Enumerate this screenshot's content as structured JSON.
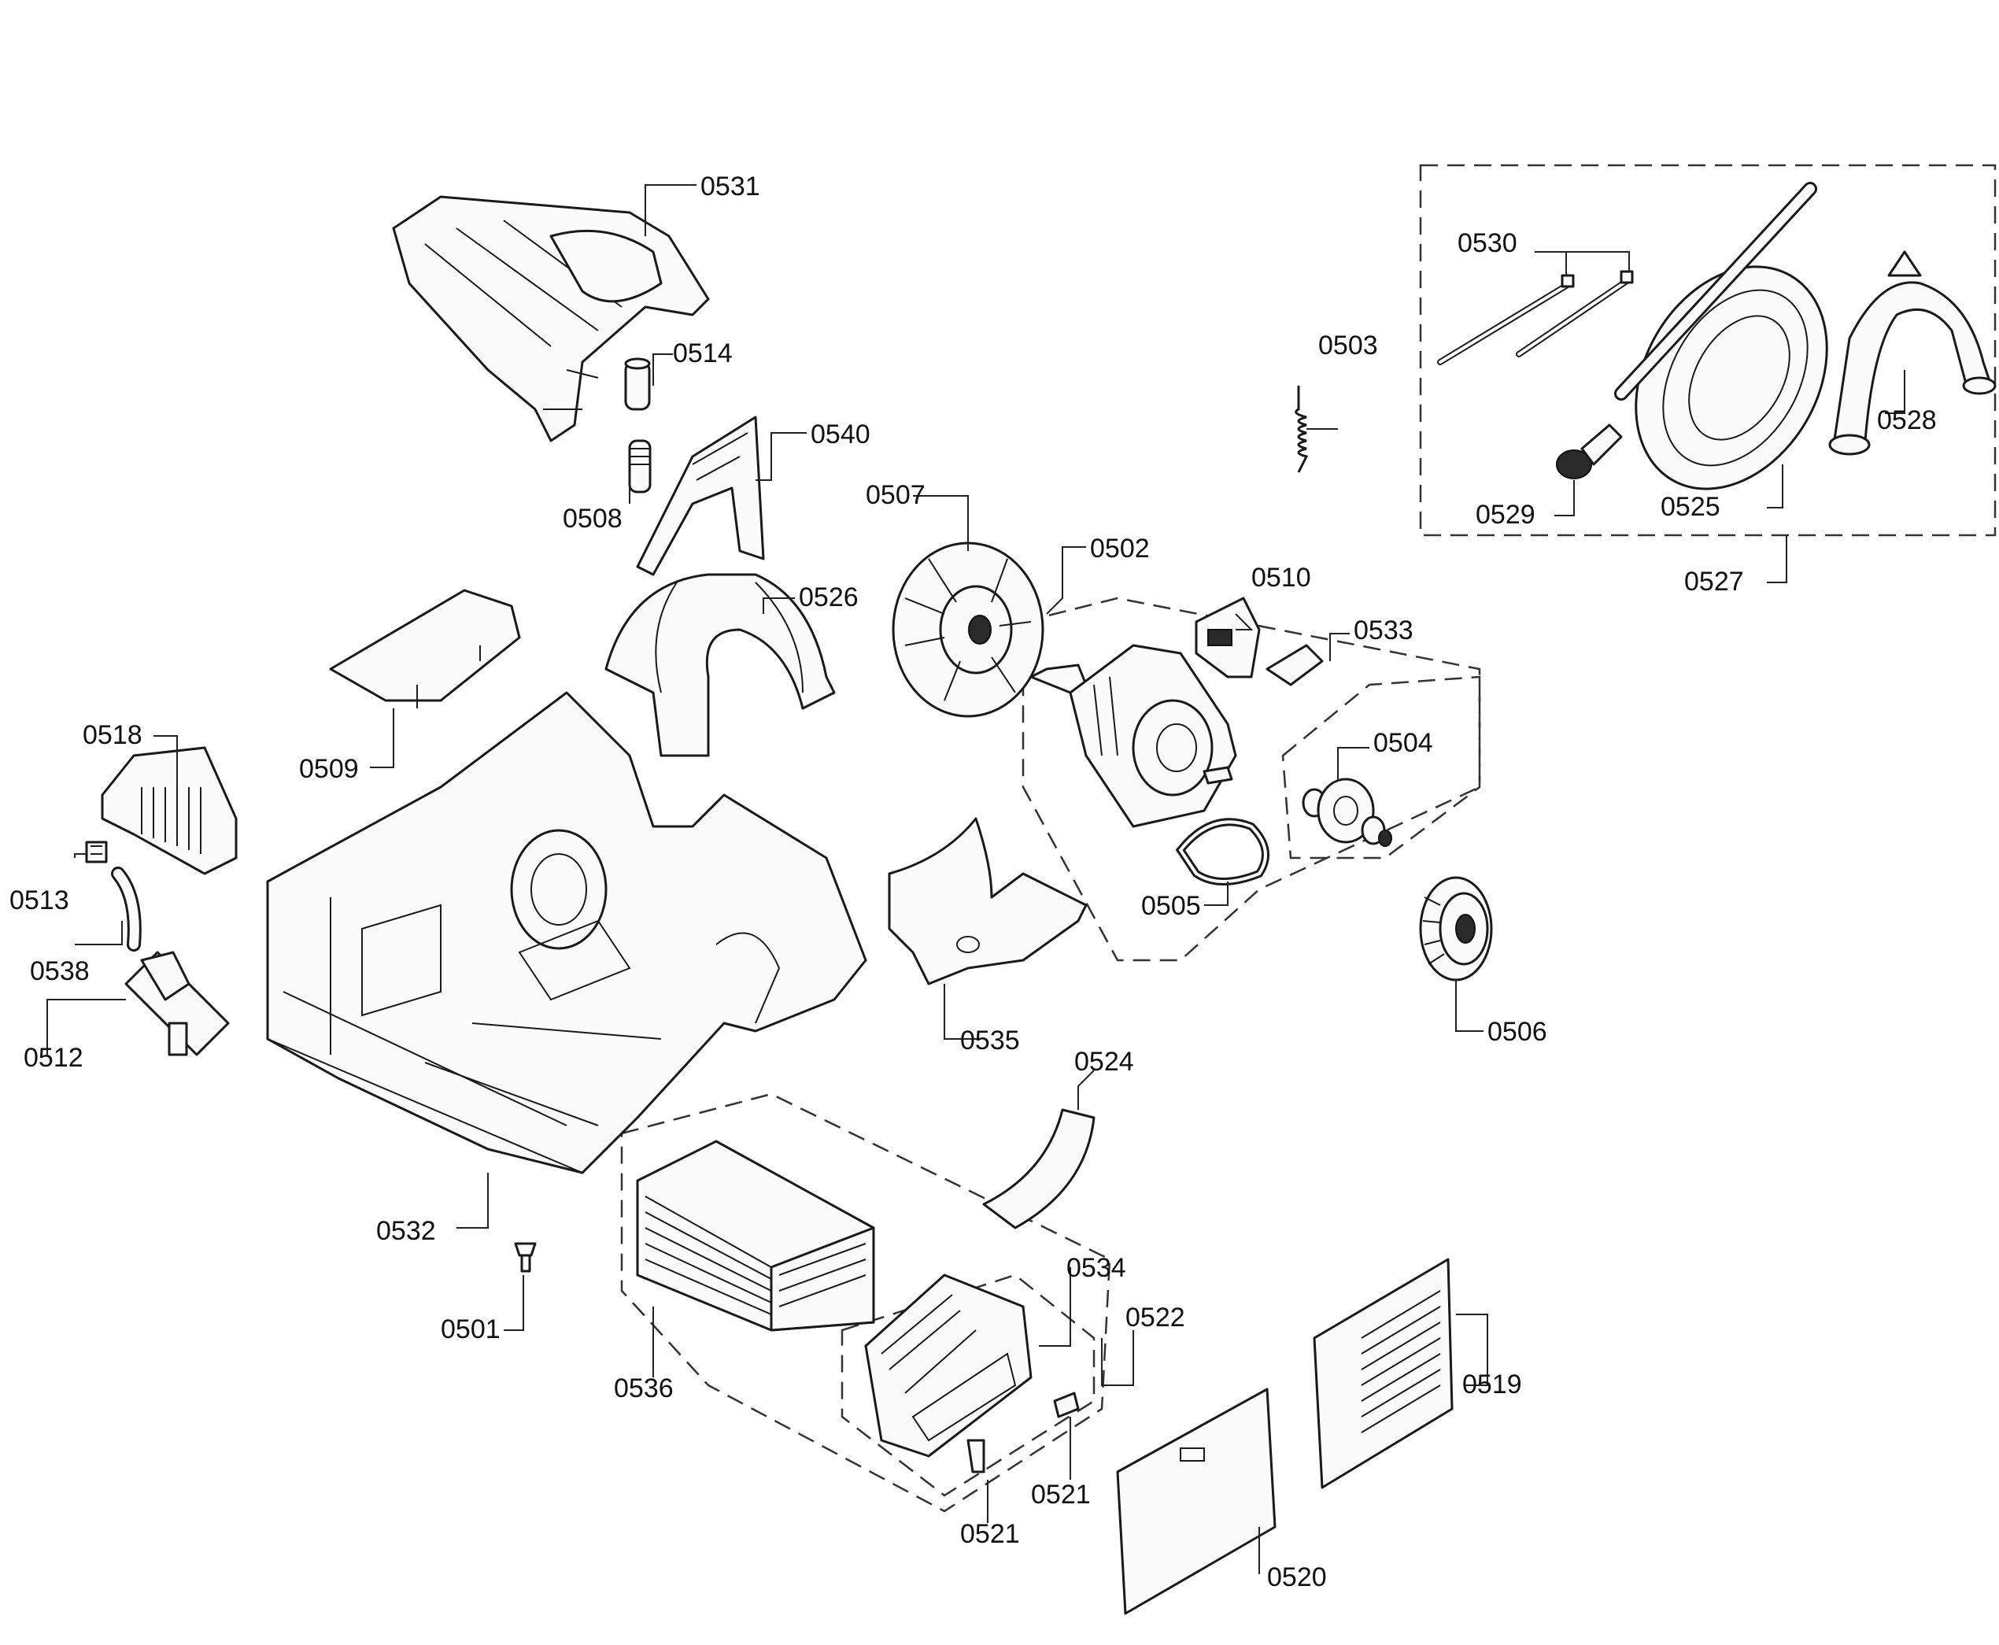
{
  "labels": {
    "p0501": "0501",
    "p0502": "0502",
    "p0503": "0503",
    "p0504": "0504",
    "p0505": "0505",
    "p0506": "0506",
    "p0507": "0507",
    "p0508": "0508",
    "p0509": "0509",
    "p0510": "0510",
    "p0512": "0512",
    "p0513": "0513",
    "p0514": "0514",
    "p0518": "0518",
    "p0519": "0519",
    "p0520": "0520",
    "p0521a": "0521",
    "p0521b": "0521",
    "p0522": "0522",
    "p0524": "0524",
    "p0525": "0525",
    "p0526": "0526",
    "p0527": "0527",
    "p0528": "0528",
    "p0529": "0529",
    "p0530": "0530",
    "p0531": "0531",
    "p0532": "0532",
    "p0533": "0533",
    "p0534": "0534",
    "p0535": "0535",
    "p0536": "0536",
    "p0538": "0538",
    "p0540": "0540"
  }
}
